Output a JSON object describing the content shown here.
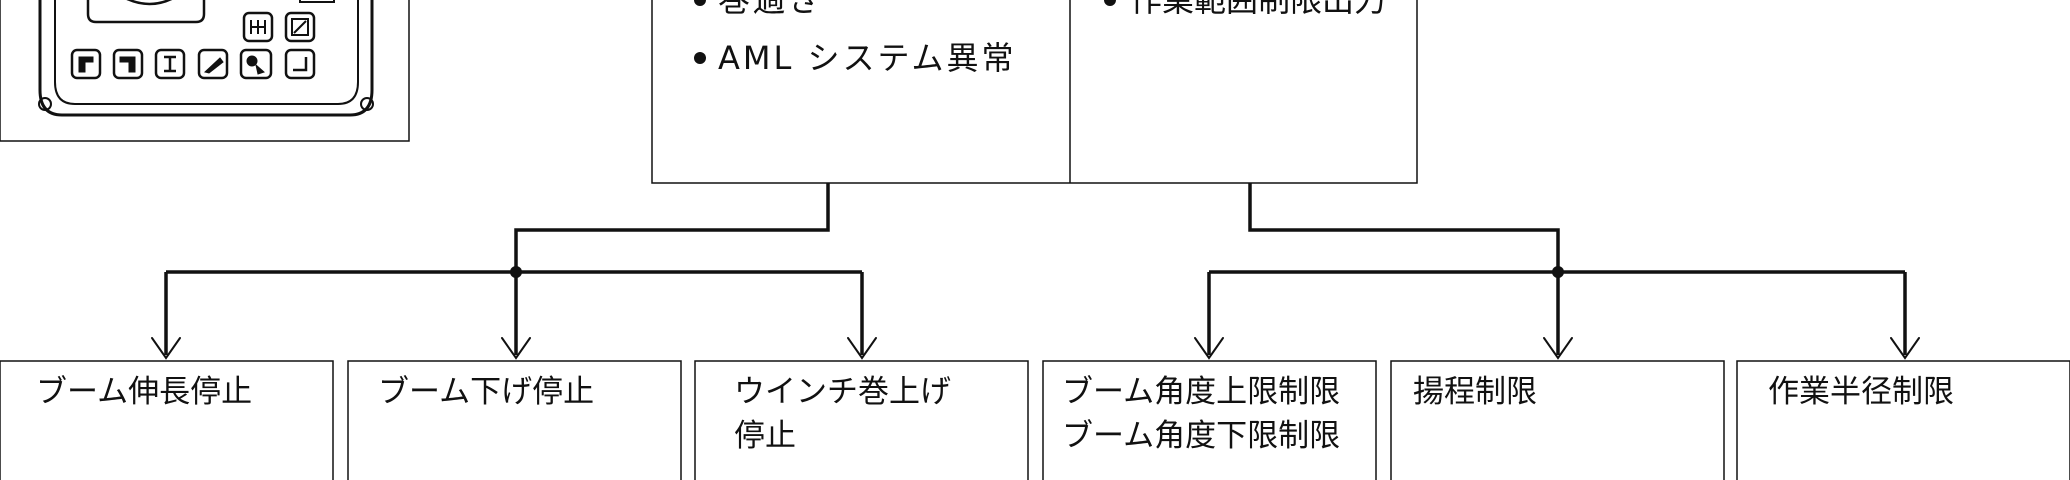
{
  "conditions_box": {
    "left_items": [
      "巻過き",
      "AML システム異常"
    ],
    "right_items": [
      "作業範囲制限出力"
    ]
  },
  "results": [
    {
      "label": "ブーム伸長停止"
    },
    {
      "label": "ブーム下げ停止"
    },
    {
      "label": "ウインチ巻上げ\n停止"
    },
    {
      "label": "ブーム角度上限制限\nブーム角度下限制限"
    },
    {
      "label": "揚程制限"
    },
    {
      "label": "作業半径制限"
    }
  ],
  "panel_icons": [
    "boom-extend-icon",
    "boom-retract-icon",
    "telescope-icon",
    "boom-angle-icon",
    "winch-icon",
    "enter-icon",
    "gear-shift-icon",
    "monitor-icon"
  ]
}
